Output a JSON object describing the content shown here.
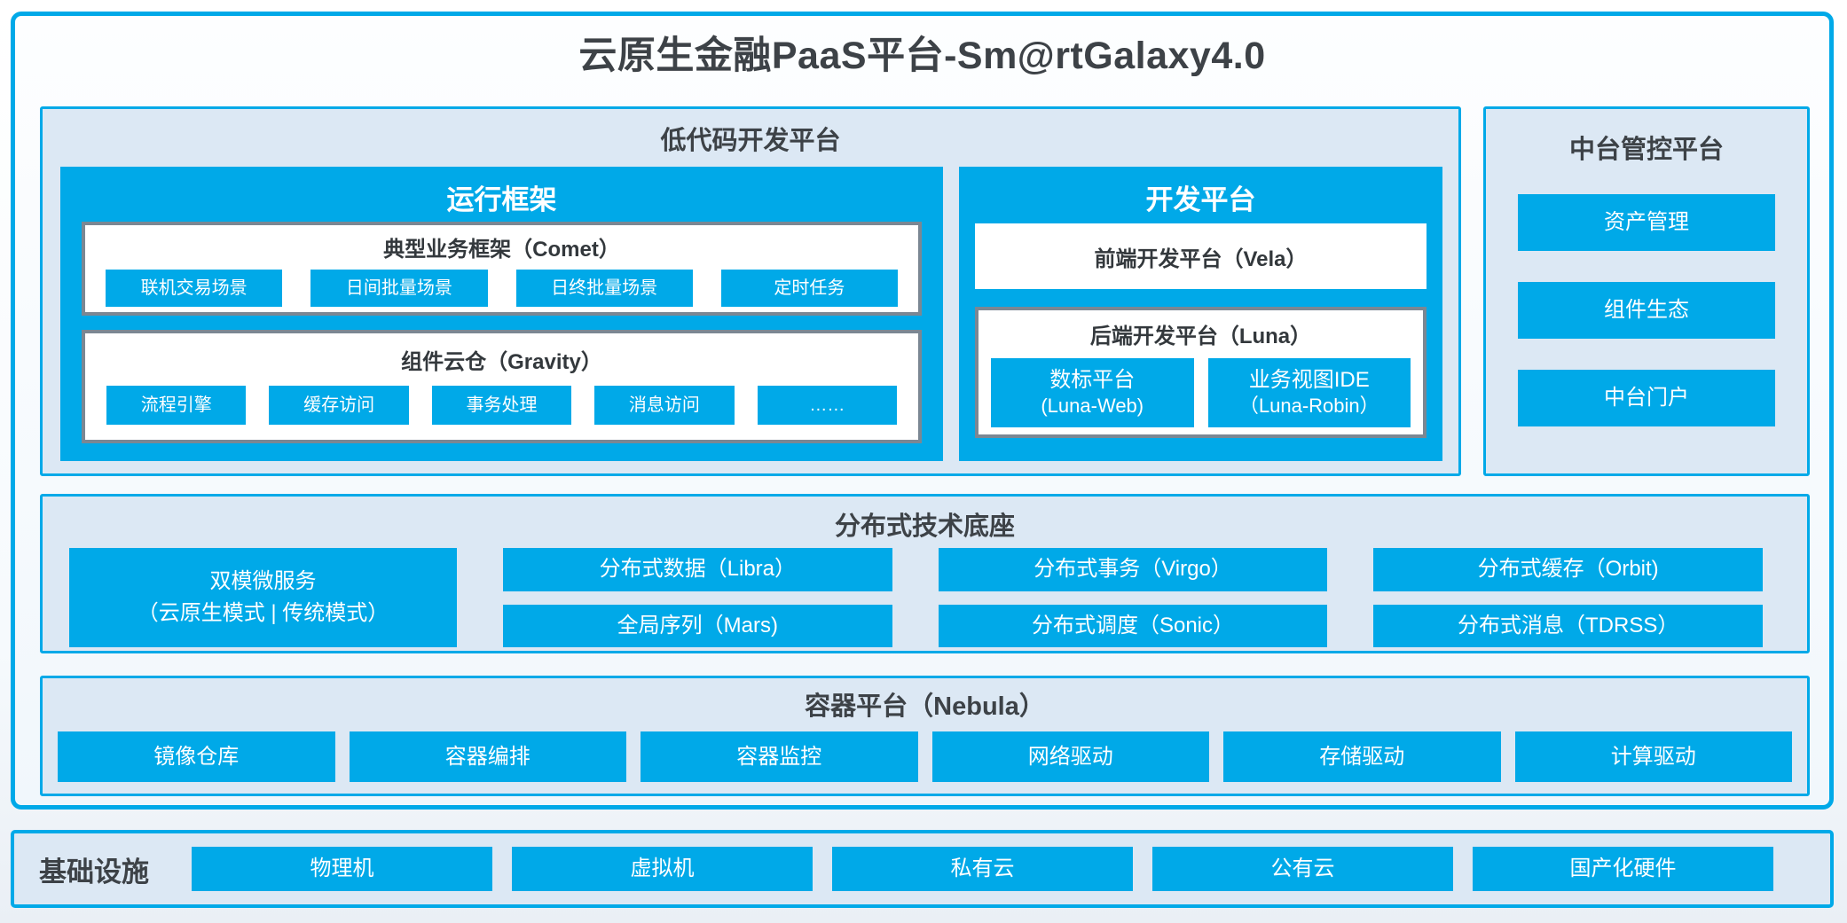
{
  "title": "云原生金融PaaS平台-Sm@rtGalaxy4.0",
  "colors": {
    "accent_cyan": "#00a9e8",
    "panel_bg": "#dce8f4",
    "box_border_gray": "#7b8793",
    "heading_text": "#3d4247",
    "button_text": "#ffffff"
  },
  "low_code": {
    "title": "低代码开发平台",
    "runtime": {
      "title": "运行框架",
      "comet": {
        "title": "典型业务框架（Comet）",
        "items": [
          "联机交易场景",
          "日间批量场景",
          "日终批量场景",
          "定时任务"
        ]
      },
      "gravity": {
        "title": "组件云仓（Gravity）",
        "items": [
          "流程引擎",
          "缓存访问",
          "事务处理",
          "消息访问",
          "……"
        ]
      }
    },
    "dev": {
      "title": "开发平台",
      "vela": {
        "title": "前端开发平台（Vela）"
      },
      "luna": {
        "title": "后端开发平台（Luna）",
        "items": [
          {
            "line1": "数标平台",
            "line2": "(Luna-Web)"
          },
          {
            "line1": "业务视图IDE",
            "line2": "（Luna-Robin）"
          }
        ]
      }
    }
  },
  "mid_platform": {
    "title": "中台管控平台",
    "items": [
      "资产管理",
      "组件生态",
      "中台门户"
    ]
  },
  "distributed": {
    "title": "分布式技术底座",
    "dual_mode": {
      "line1": "双模微服务",
      "line2": "（云原生模式 | 传统模式）"
    },
    "columns": [
      {
        "top": "分布式数据（Libra）",
        "bottom": "全局序列（Mars)"
      },
      {
        "top": "分布式事务（Virgo）",
        "bottom": "分布式调度（Sonic）"
      },
      {
        "top": "分布式缓存（Orbit)",
        "bottom": "分布式消息（TDRSS）"
      }
    ]
  },
  "container_platform": {
    "title": "容器平台（Nebula）",
    "items": [
      "镜像仓库",
      "容器编排",
      "容器监控",
      "网络驱动",
      "存储驱动",
      "计算驱动"
    ]
  },
  "infrastructure": {
    "title": "基础设施",
    "items": [
      "物理机",
      "虚拟机",
      "私有云",
      "公有云",
      "国产化硬件"
    ]
  }
}
